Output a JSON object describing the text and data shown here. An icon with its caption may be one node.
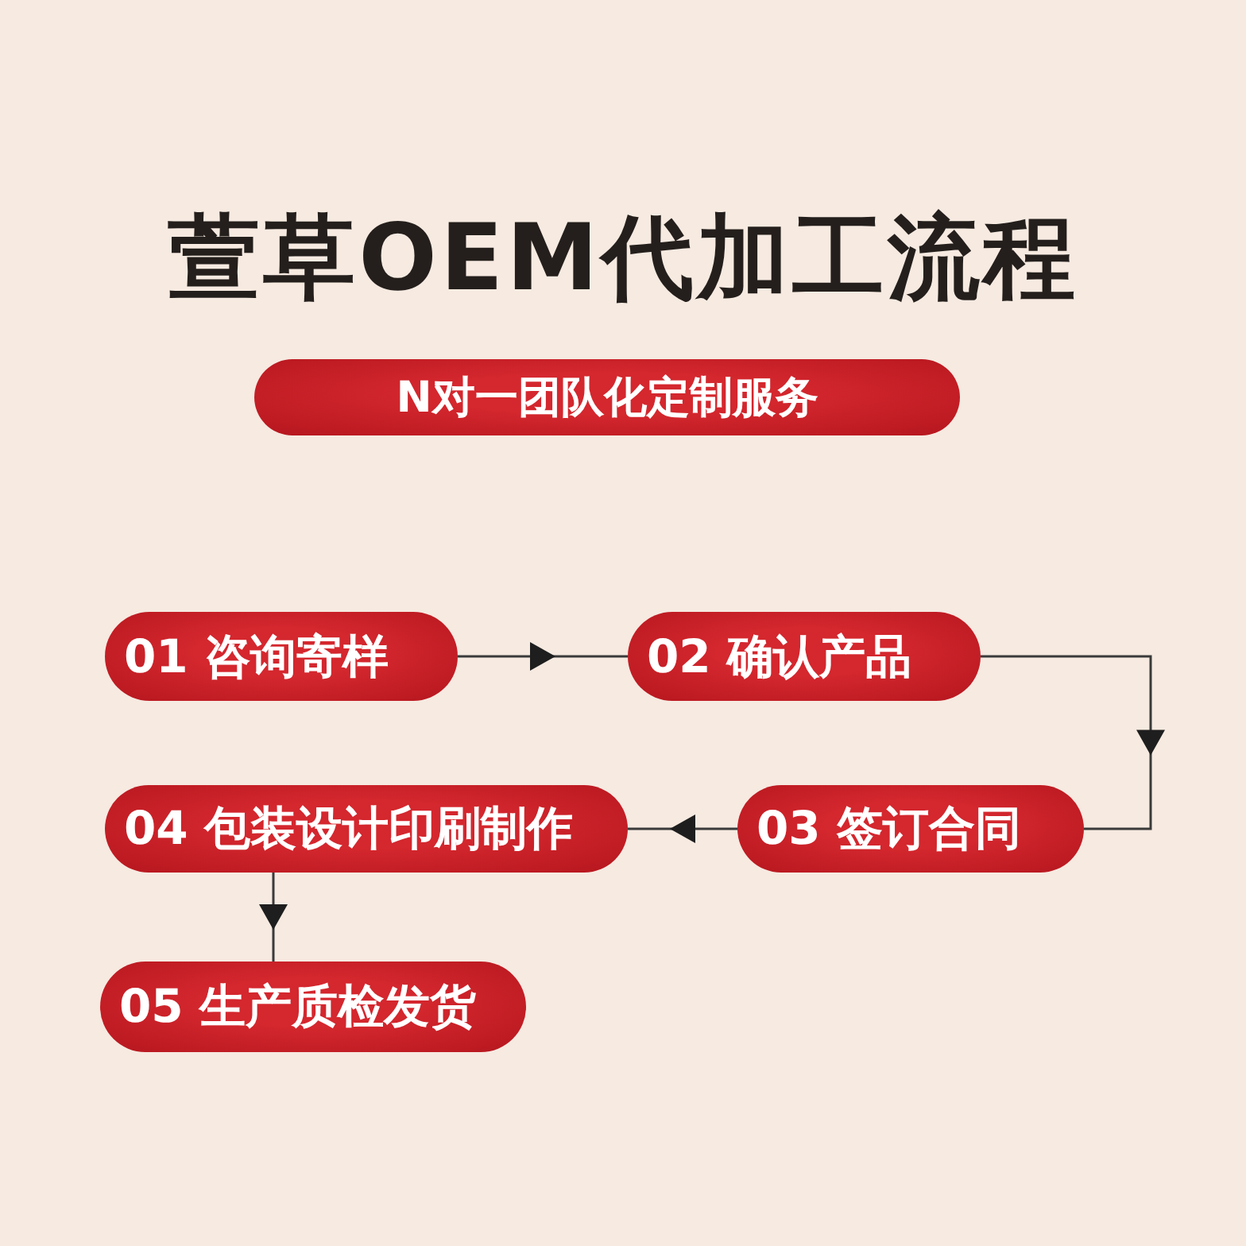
{
  "diagram": {
    "title": "萱草OEM代加工流程",
    "nodes": [
      {
        "text": [
          "N对一团队化定制服务"
        ]
      },
      {
        "text": [
          "01 咨询寄样"
        ]
      },
      {
        "text": [
          "02 确认产品"
        ]
      },
      {
        "text": [
          "03 签订合同"
        ]
      },
      {
        "text": [
          "04 包装设计印刷制作"
        ]
      },
      {
        "text": [
          "05 生产质检发货"
        ]
      }
    ],
    "edges": [
      {
        "from": 1,
        "to": 2,
        "arrow": "to"
      },
      {
        "from": 2,
        "to": 3,
        "arrow": "to"
      },
      {
        "from": 3,
        "to": 4,
        "arrow": "to"
      },
      {
        "from": 4,
        "to": 5,
        "arrow": "to"
      }
    ]
  }
}
